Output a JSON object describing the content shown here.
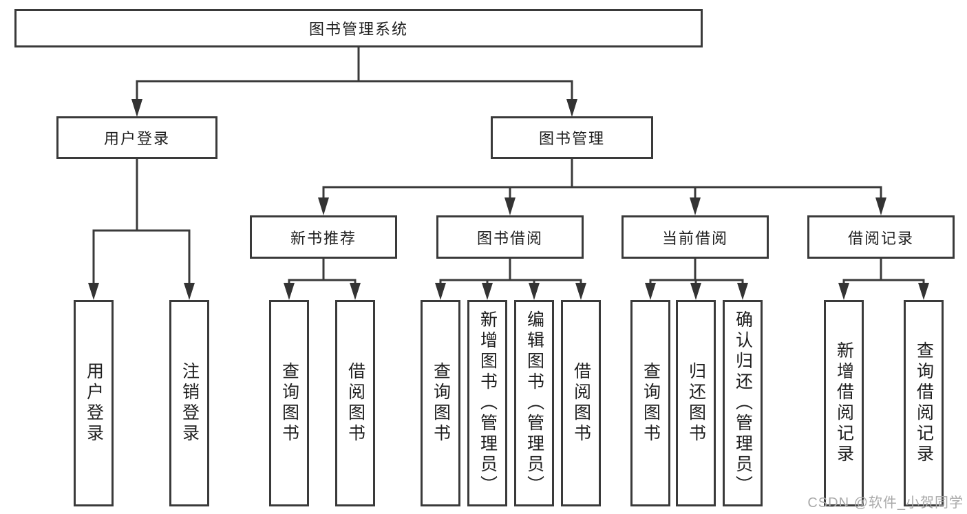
{
  "colors": {
    "line": "#3a3a3a",
    "box_border": "#3a3a3a",
    "text": "#1f1f1f",
    "background": "#ffffff",
    "watermark": "#a9a9a9"
  },
  "watermark": {
    "text": "CSDN @软件_小贺同学"
  },
  "tree": {
    "root": {
      "label": "图书管理系统"
    },
    "branches": [
      {
        "label": "用户登录",
        "children": [
          {
            "label": "用户登录"
          },
          {
            "label": "注销登录"
          }
        ]
      },
      {
        "label": "图书管理",
        "groups": [
          {
            "label": "新书推荐",
            "children": [
              {
                "label": "查询图书"
              },
              {
                "label": "借阅图书"
              }
            ]
          },
          {
            "label": "图书借阅",
            "children": [
              {
                "label": "查询图书"
              },
              {
                "label": "新增图书（管理员）"
              },
              {
                "label": "编辑图书（管理员）"
              },
              {
                "label": "借阅图书"
              }
            ]
          },
          {
            "label": "当前借阅",
            "children": [
              {
                "label": "查询图书"
              },
              {
                "label": "归还图书"
              },
              {
                "label": "确认归还（管理员）"
              }
            ]
          },
          {
            "label": "借阅记录",
            "children": [
              {
                "label": "新增借阅记录"
              },
              {
                "label": "查询借阅记录"
              }
            ]
          }
        ]
      }
    ]
  }
}
